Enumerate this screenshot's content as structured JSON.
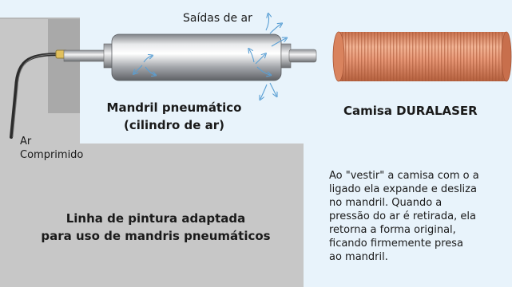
{
  "labels": {
    "air_outlets": "Saídas de ar",
    "mandrel_line1": "Mandril pneumático",
    "mandrel_line2": "(cilindro de ar)",
    "sleeve": "Camisa DURALASER",
    "air_line1": "Ar",
    "air_line2": "Comprimido",
    "paint_line1": "Linha de pintura  adaptada",
    "paint_line2": "para uso de mandris pneumáticos",
    "description_lines": [
      "Ao \"vestir\" a camisa com o a",
      "ligado ela expande e desliza",
      "no mandril. Quando a",
      "pressão do ar é retirada, ela",
      "retorna a forma original,",
      "ficando firmemente presa",
      "ao mandril."
    ]
  },
  "colors": {
    "background": "#e8f3fb",
    "machine": "#c7c7c7",
    "machine_dark": "#a9a9a9",
    "sleeve": "#e59a78",
    "air_arrows": "#5a9fd4"
  }
}
